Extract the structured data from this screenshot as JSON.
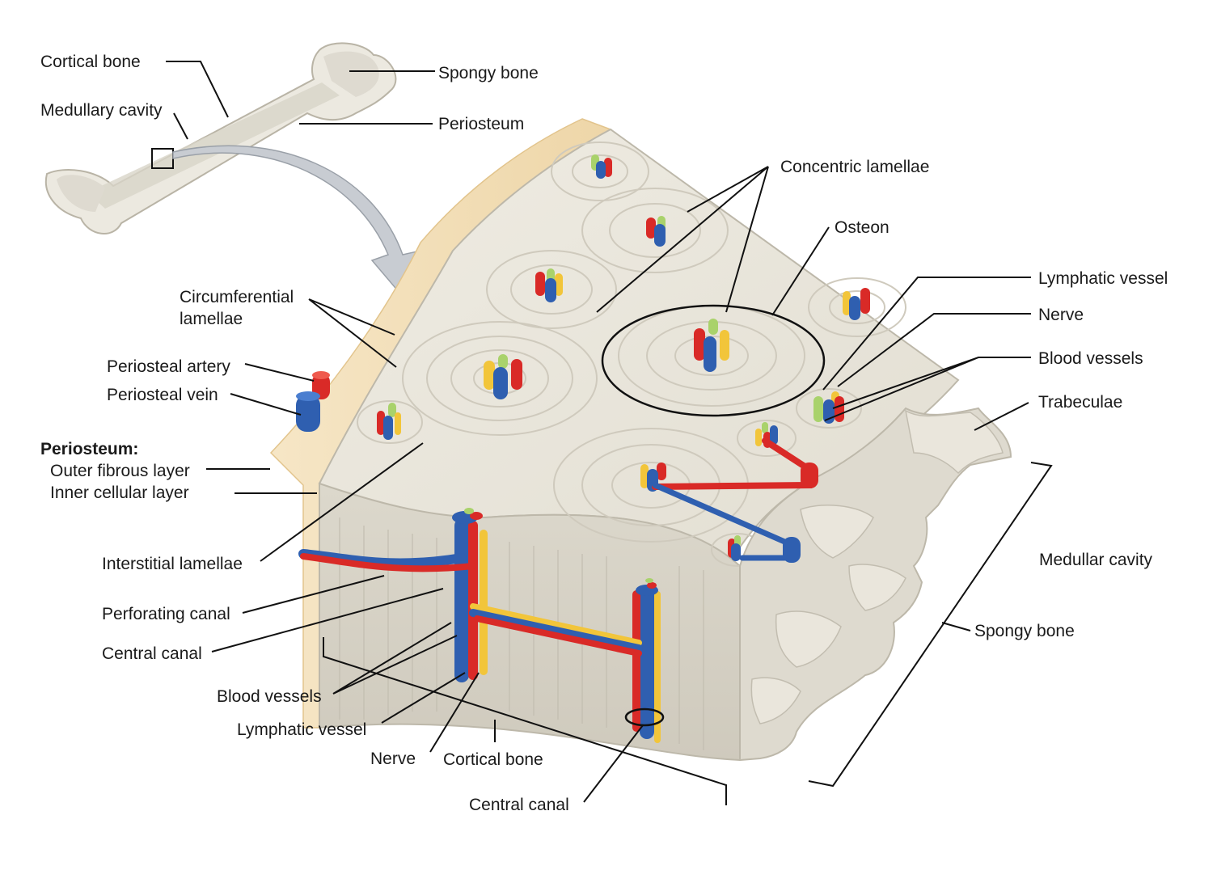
{
  "colors": {
    "bone_fill": "#e9e6dc",
    "bone_edge": "#bdb8aa",
    "periosteum": "#f2dcb4",
    "artery": "#d92a27",
    "vein": "#2f5fb0",
    "nerve": "#f2c53a",
    "lymph": "#a9d26b",
    "arrow": "#c8ccd2"
  },
  "labels": {
    "cortical_bone_top": "Cortical bone",
    "medullary_cavity_top": "Medullary cavity",
    "spongy_bone_top": "Spongy bone",
    "periosteum_top": "Periosteum",
    "concentric_lamellae": "Concentric lamellae",
    "osteon": "Osteon",
    "lymphatic_vessel_right": "Lymphatic vessel",
    "nerve_right": "Nerve",
    "blood_vessels_right": "Blood vessels",
    "trabeculae": "Trabeculae",
    "circumferential_lamellae_1": "Circumferential",
    "circumferential_lamellae_2": "lamellae",
    "periosteal_artery": "Periosteal artery",
    "periosteal_vein": "Periosteal vein",
    "periosteum_heading": "Periosteum:",
    "outer_fibrous_layer": "Outer fibrous layer",
    "inner_cellular_layer": "Inner cellular layer",
    "interstitial_lamellae": "Interstitial lamellae",
    "perforating_canal": "Perforating canal",
    "central_canal_left": "Central canal",
    "blood_vessels_bottom": "Blood vessels",
    "lymphatic_vessel_bottom": "Lymphatic vessel",
    "nerve_bottom": "Nerve",
    "cortical_bone_bottom": "Cortical bone",
    "central_canal_bottom": "Central canal",
    "medullar_cavity": "Medullar cavity",
    "spongy_bone_right": "Spongy bone"
  }
}
